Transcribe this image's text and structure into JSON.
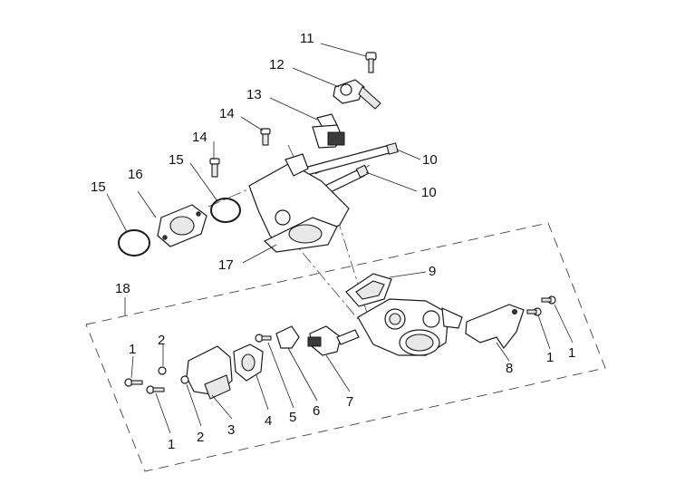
{
  "callouts": {
    "c1a": "11",
    "c1b": "12",
    "c1c": "13",
    "c1d": "14",
    "c1e": "14",
    "c1f": "15",
    "c1g": "16",
    "c1h": "15",
    "c1i": "10",
    "c1j": "10",
    "c1k": "17",
    "c1l": "9",
    "c1m": "18",
    "c2a": "1",
    "c2b": "2",
    "c2c": "1",
    "c2d": "2",
    "c2e": "3",
    "c2f": "4",
    "c2g": "5",
    "c2h": "6",
    "c2i": "7",
    "c2j": "8",
    "c2k": "1",
    "c2l": "1"
  }
}
